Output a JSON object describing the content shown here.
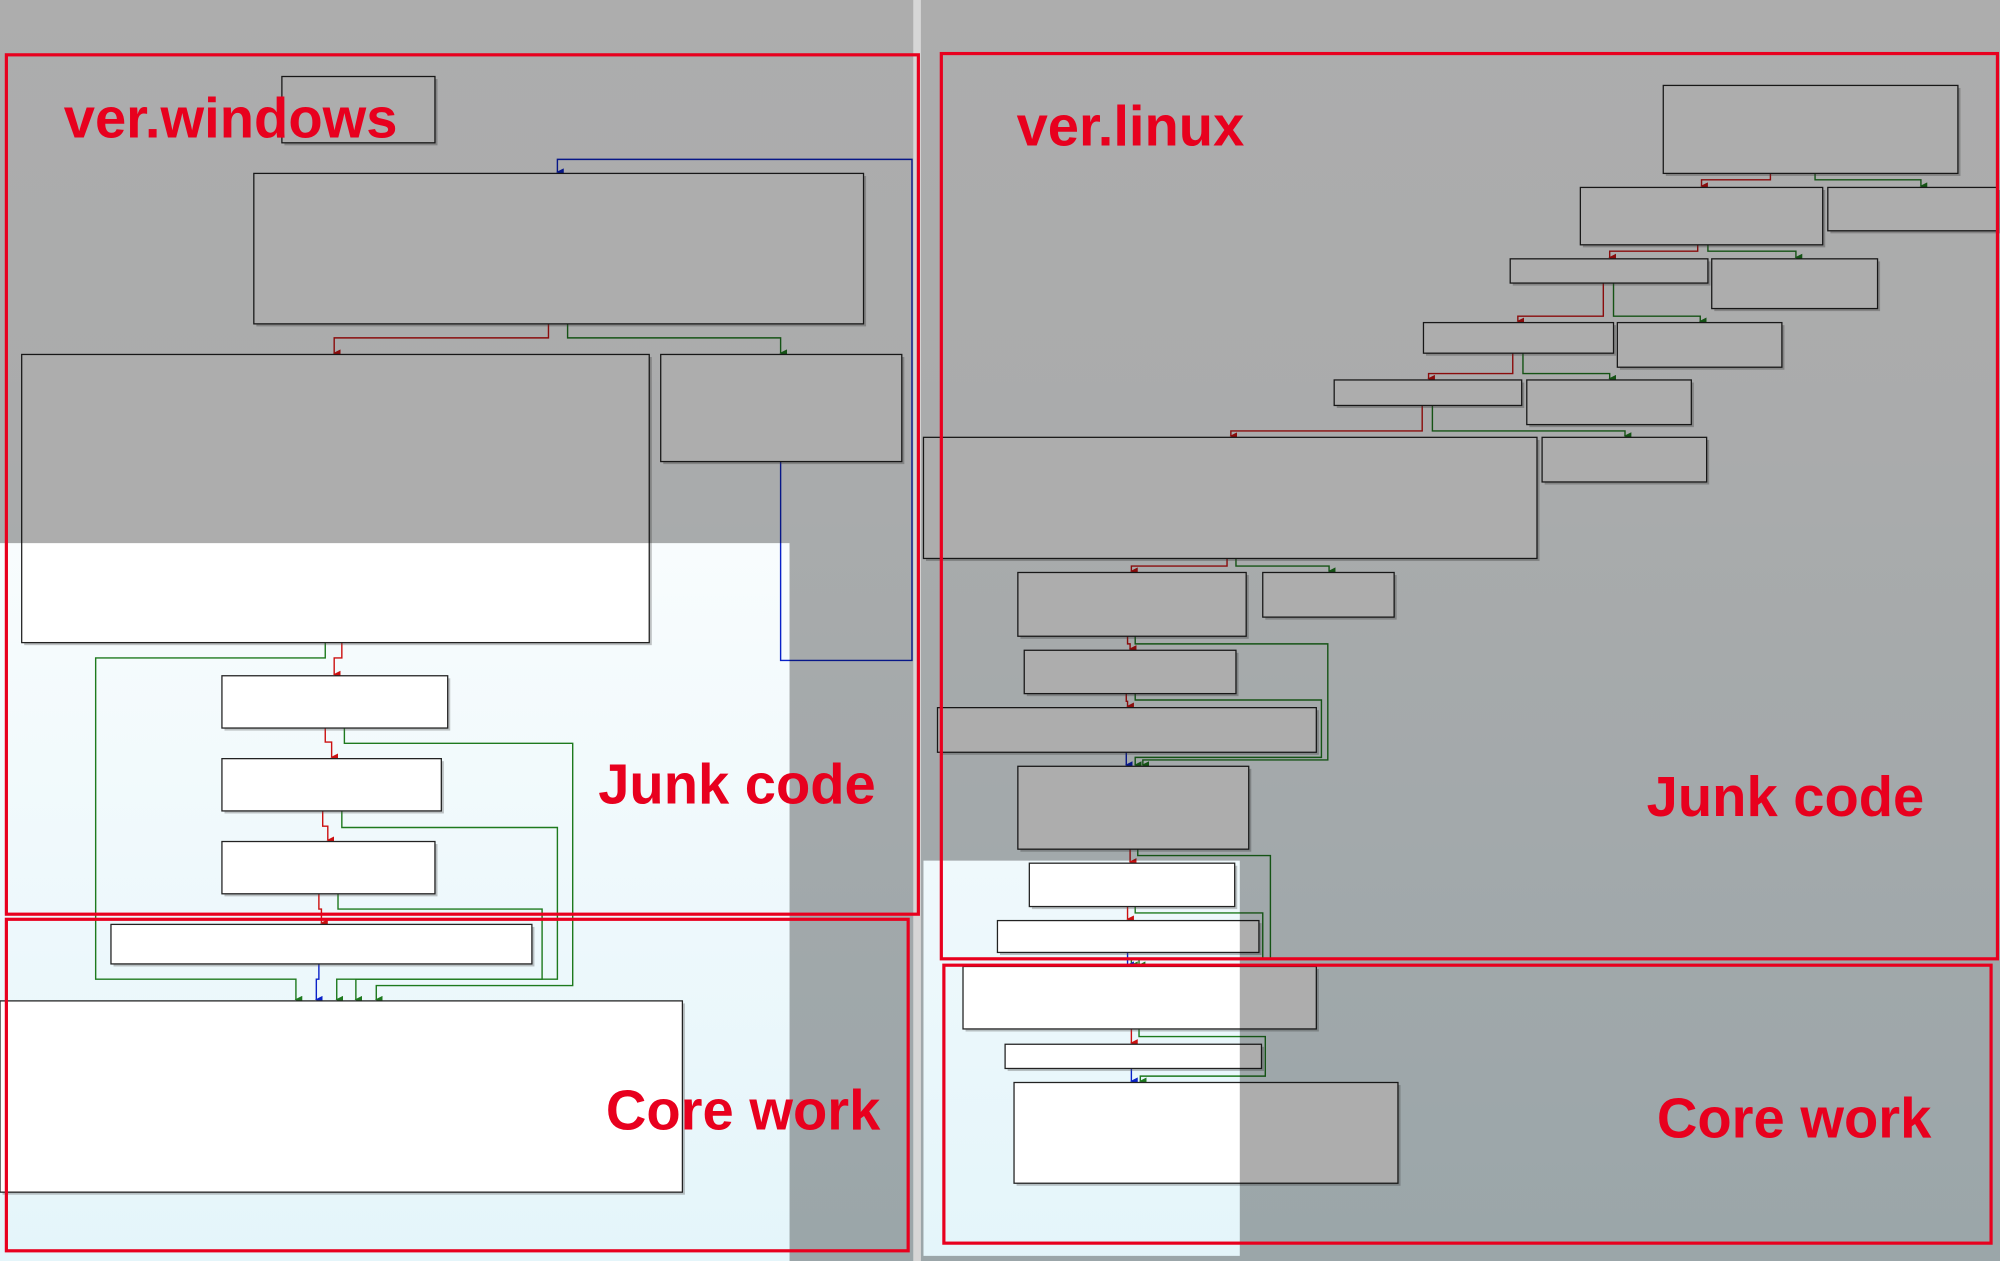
{
  "panels": {
    "windows": {
      "title": "ver.windows",
      "junk_label": "Junk code",
      "core_label": "Core work"
    },
    "linux": {
      "title": "ver.linux",
      "junk_label": "Junk code",
      "core_label": "Core work"
    }
  },
  "colors": {
    "annotation": "#e8001e",
    "edge_true": "#1e7a1e",
    "edge_false": "#cc1111",
    "edge_jump": "#0a22c8",
    "background_gray": "#b0b0b0",
    "highlight_bg": "#eaf8fc"
  }
}
